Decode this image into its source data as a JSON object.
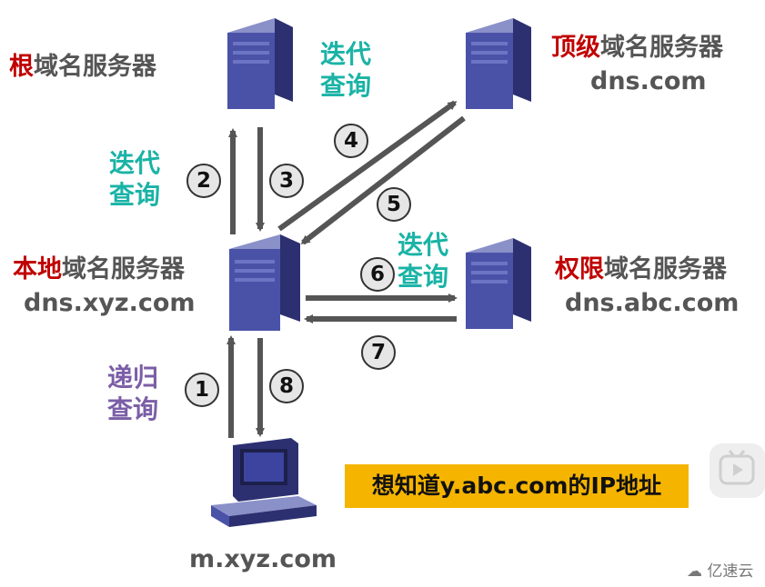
{
  "servers": {
    "root": {
      "label_highlight": "根",
      "label_rest": "域名服务器"
    },
    "tld": {
      "label_highlight": "顶级",
      "label_rest": "域名服务器",
      "domain": "dns.com"
    },
    "local": {
      "label_highlight": "本地",
      "label_rest": "域名服务器",
      "domain": "dns.xyz.com"
    },
    "authoritative": {
      "label_highlight": "权限",
      "label_rest": "域名服务器",
      "domain": "dns.abc.com"
    }
  },
  "client": {
    "host": "m.xyz.com"
  },
  "query_types": {
    "iterative_1_line1": "迭代",
    "iterative_1_line2": "查询",
    "iterative_2_line1": "迭代",
    "iterative_2_line2": "查询",
    "iterative_3_line1": "迭代",
    "iterative_3_line2": "查询",
    "recursive_line1": "递归",
    "recursive_line2": "查询"
  },
  "steps": [
    "1",
    "2",
    "3",
    "4",
    "5",
    "6",
    "7",
    "8"
  ],
  "goal": "想知道y.abc.com的IP地址",
  "watermark": "亿速云",
  "colors": {
    "highlight": "#c00000",
    "iterative": "#1ab3a6",
    "recursive": "#7b5ea7",
    "arrow": "#555555",
    "goal_bg": "#f5b400"
  }
}
